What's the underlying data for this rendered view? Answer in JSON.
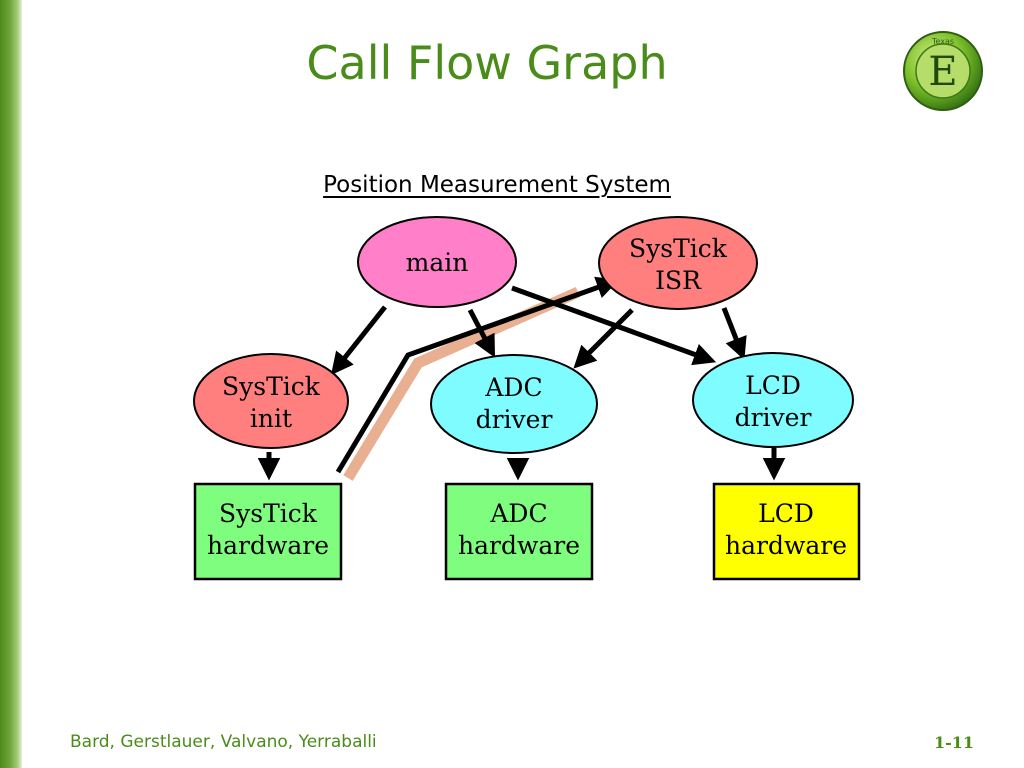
{
  "slide": {
    "title": "Call Flow Graph",
    "subtitle": "Position Measurement System",
    "logo_letter": "E",
    "logo_ring_text": "Texas",
    "footer_authors": "Bard, Gerstlauer, Valvano, Yerraballi",
    "page_number": "1-11"
  },
  "diagram": {
    "nodes": {
      "main": {
        "lines": [
          "main"
        ],
        "shape": "ellipse",
        "fill": "#ff80c8"
      },
      "systick_isr": {
        "lines": [
          "SysTick",
          "ISR"
        ],
        "shape": "ellipse",
        "fill": "#ff7f7f"
      },
      "systick_init": {
        "lines": [
          "SysTick",
          "init"
        ],
        "shape": "ellipse",
        "fill": "#ff7f7f"
      },
      "adc_driver": {
        "lines": [
          "ADC",
          "driver"
        ],
        "shape": "ellipse",
        "fill": "#7ffcff"
      },
      "lcd_driver": {
        "lines": [
          "LCD",
          "driver"
        ],
        "shape": "ellipse",
        "fill": "#7ffcff"
      },
      "systick_hardware": {
        "lines": [
          "SysTick",
          "hardware"
        ],
        "shape": "box",
        "fill": "#7ffd7f"
      },
      "adc_hardware": {
        "lines": [
          "ADC",
          "hardware"
        ],
        "shape": "box",
        "fill": "#7ffd7f"
      },
      "lcd_hardware": {
        "lines": [
          "LCD",
          "hardware"
        ],
        "shape": "box",
        "fill": "#ffff00"
      }
    },
    "edges": [
      {
        "from": "main",
        "to": "systick_init"
      },
      {
        "from": "main",
        "to": "adc_driver"
      },
      {
        "from": "main",
        "to": "lcd_driver"
      },
      {
        "from": "systick_isr",
        "to": "adc_driver"
      },
      {
        "from": "systick_isr",
        "to": "lcd_driver"
      },
      {
        "from": "systick_init",
        "to": "systick_hardware"
      },
      {
        "from": "adc_driver",
        "to": "adc_hardware"
      },
      {
        "from": "lcd_driver",
        "to": "lcd_hardware"
      },
      {
        "from": "systick_hardware",
        "to": "systick_isr",
        "kind": "interrupt"
      }
    ],
    "colors": {
      "title_green": "#4a8c1a",
      "interrupt_shadow": "#e8b090",
      "edge": "#000000"
    }
  }
}
